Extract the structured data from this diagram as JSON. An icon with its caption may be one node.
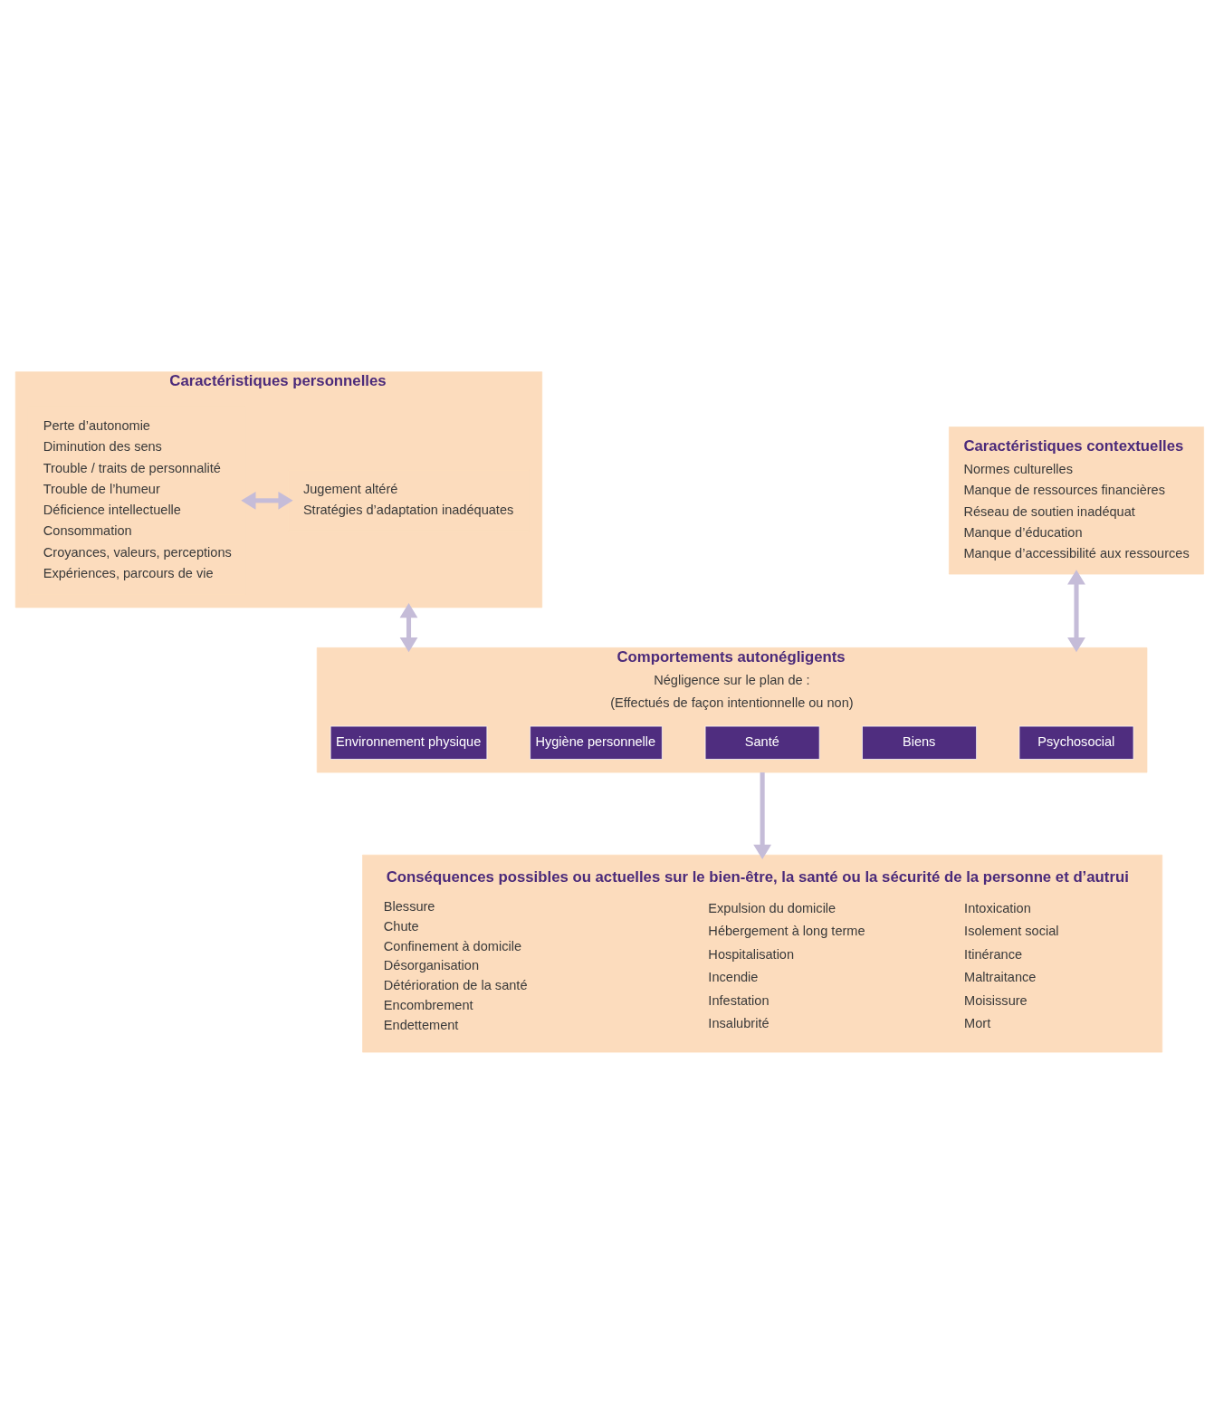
{
  "diagram": {
    "nodes": [
      {
        "text": [
          "Caractéristiques personnelles"
        ]
      },
      {
        "text": [
          "Perte d’autonomie",
          "Diminution des sens",
          "Trouble / traits de personnalité",
          "Trouble de l’humeur",
          "Déficience intellectuelle",
          "Consommation",
          "Croyances, valeurs, perceptions",
          "Expériences, parcours de vie"
        ],
        "in": 0
      },
      {
        "text": [
          "Jugement altéré",
          "Stratégies d’adaptation inadéquates"
        ],
        "in": 0
      },
      {
        "text": [
          "Caractéristiques contextuelles",
          "Normes culturelles",
          "Manque de ressources financières",
          "Réseau de soutien inadéquat",
          "Manque d’éducation",
          "Manque d’accessibilité aux ressources"
        ]
      },
      {
        "text": [
          "Comportements autonégligents",
          "Négligence sur le plan de :",
          "(Effectués de façon intentionnelle ou non)"
        ]
      },
      {
        "text": [
          "Environnement physique"
        ],
        "in": 4
      },
      {
        "text": [
          "Hygiène personnelle"
        ],
        "in": 4
      },
      {
        "text": [
          "Santé"
        ],
        "in": 4
      },
      {
        "text": [
          "Biens"
        ],
        "in": 4
      },
      {
        "text": [
          "Psychosocial"
        ],
        "in": 4
      },
      {
        "text": [
          "Conséquences possibles ou actuelles sur le bien-être, la santé ou la sécurité de la personne et d’autrui",
          "Blessure",
          "Chute",
          "Confinement à domicile",
          "Désorganisation",
          "Détérioration de la santé",
          "Encombrement",
          "Endettement",
          "Expulsion du domicile",
          "Hébergement à long terme",
          "Hospitalisation",
          "Incendie",
          "Infestation",
          "Insalubrité",
          "Intoxication",
          "Isolement social",
          "Itinérance",
          "Maltraitance",
          "Moisissure",
          "Mort"
        ]
      }
    ],
    "edges": [
      {
        "from": 1,
        "to": 2,
        "arrow": "both"
      },
      {
        "from": 0,
        "to": 4,
        "arrow": "both"
      },
      {
        "from": 3,
        "to": 4,
        "arrow": "both"
      },
      {
        "from": 4,
        "to": 10,
        "arrow": "to"
      }
    ]
  }
}
